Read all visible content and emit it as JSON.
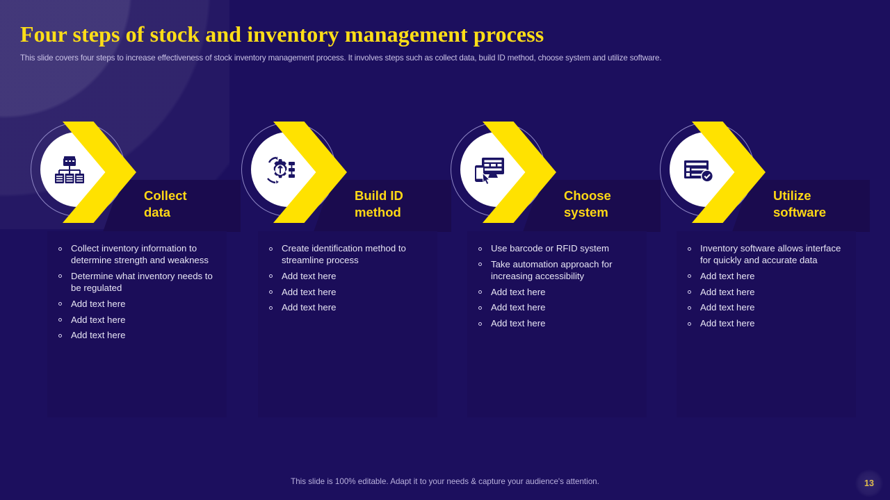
{
  "slide": {
    "title": "Four steps of stock and inventory management process",
    "subtitle": "This slide covers four steps to increase effectiveness of stock inventory  management process. It involves steps such as collect data, build ID method, choose system and utilize software.",
    "footer_note": "This slide is 100% editable. Adapt it to your needs & capture your audience's attention.",
    "page_number": "13",
    "colors": {
      "background": "#1c0f5e",
      "panel": "#1b0d59",
      "banner": "#1a0b4e",
      "accent_yellow": "#ffe200",
      "title_yellow": "#ffde17",
      "card_title_yellow": "#ffd815",
      "body_text": "#e8e6f5",
      "subtitle_text": "#c9c2e6",
      "ring_outline": "#8e86c4",
      "page_number_text": "#e0bd4e"
    }
  },
  "cards": [
    {
      "title": "Collect\ndata",
      "icon": "data-hierarchy-icon",
      "bullets": [
        "Collect inventory information to determine strength and weakness",
        "Determine what inventory needs to be regulated",
        "Add text here",
        "Add text here",
        "Add text here"
      ]
    },
    {
      "title": "Build ID\nmethod",
      "icon": "gear-barcode-icon",
      "bullets": [
        "Create identification  method to streamline process",
        "Add text here",
        "Add text here",
        "Add text here"
      ]
    },
    {
      "title": "Choose\nsystem",
      "icon": "monitor-mobile-cursor-icon",
      "bullets": [
        "Use barcode or RFID system",
        "Take automation approach for increasing accessibility",
        "Add text here",
        "Add text here",
        "Add text here"
      ]
    },
    {
      "title": "Utilize\nsoftware",
      "icon": "checklist-verified-icon",
      "bullets": [
        "Inventory  software allows interface for quickly and accurate data",
        "Add text here",
        "Add text here",
        "Add text here",
        "Add text here"
      ]
    }
  ]
}
